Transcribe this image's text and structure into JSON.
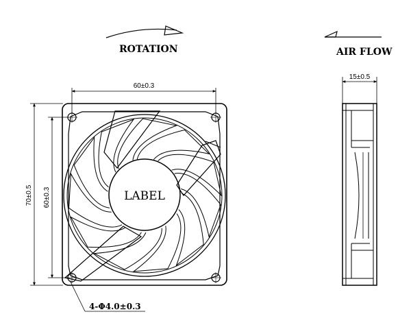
{
  "labels": {
    "rotation": "ROTATION",
    "airflow": "AIR FLOW",
    "hub_label": "LABEL"
  },
  "dimensions": {
    "width": "60±0.3",
    "thickness": "15±0.5",
    "overall_height": "70±0.5",
    "hole_spacing": "60±0.3",
    "mount_holes": "4-Φ4.0±0.3"
  },
  "colors": {
    "line": "#000000",
    "background": "#ffffff"
  }
}
